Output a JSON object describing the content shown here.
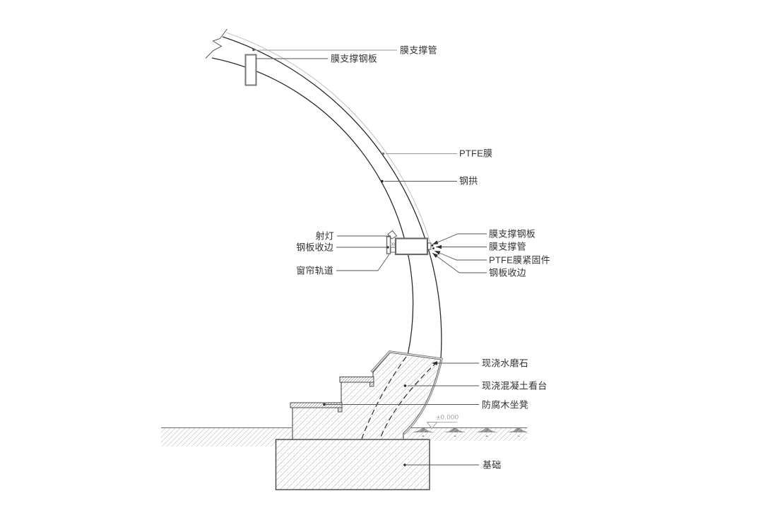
{
  "drawing_type": "architectural-detail-section",
  "callouts": {
    "membrane_support_tube_top": "膜支撑管",
    "membrane_support_plate_top": "膜支撑钢板",
    "ptfe_membrane": "PTFE膜",
    "steel_arch": "钢拱",
    "spotlight": "射灯",
    "steel_plate_edge_left": "钢板收边",
    "curtain_track": "窗帘轨道",
    "membrane_support_plate_mid": "膜支撑钢板",
    "membrane_support_tube_mid": "膜支撑管",
    "ptfe_membrane_fastener": "PTFE膜紧固件",
    "steel_plate_edge_right": "钢板收边",
    "cast_in_place_terrazzo": "现浇水磨石",
    "cast_in_place_concrete_stand": "现浇混凝土看台",
    "preservative_wood_bench": "防腐木坐凳",
    "foundation": "基础"
  },
  "level_marker": {
    "value": "±0.000"
  },
  "colors": {
    "line_dark": "#2b2b2b",
    "leader": "#555555",
    "leader_gray": "#9a9a9a",
    "membrane_line": "#c5c5c5",
    "hatch": "#c8c8c8",
    "grass_fill": "#8f8f8f",
    "terrazzo_band": "#dcdcdc",
    "text": "#333333",
    "muted_text": "#9d9d9d",
    "background": "#ffffff"
  }
}
